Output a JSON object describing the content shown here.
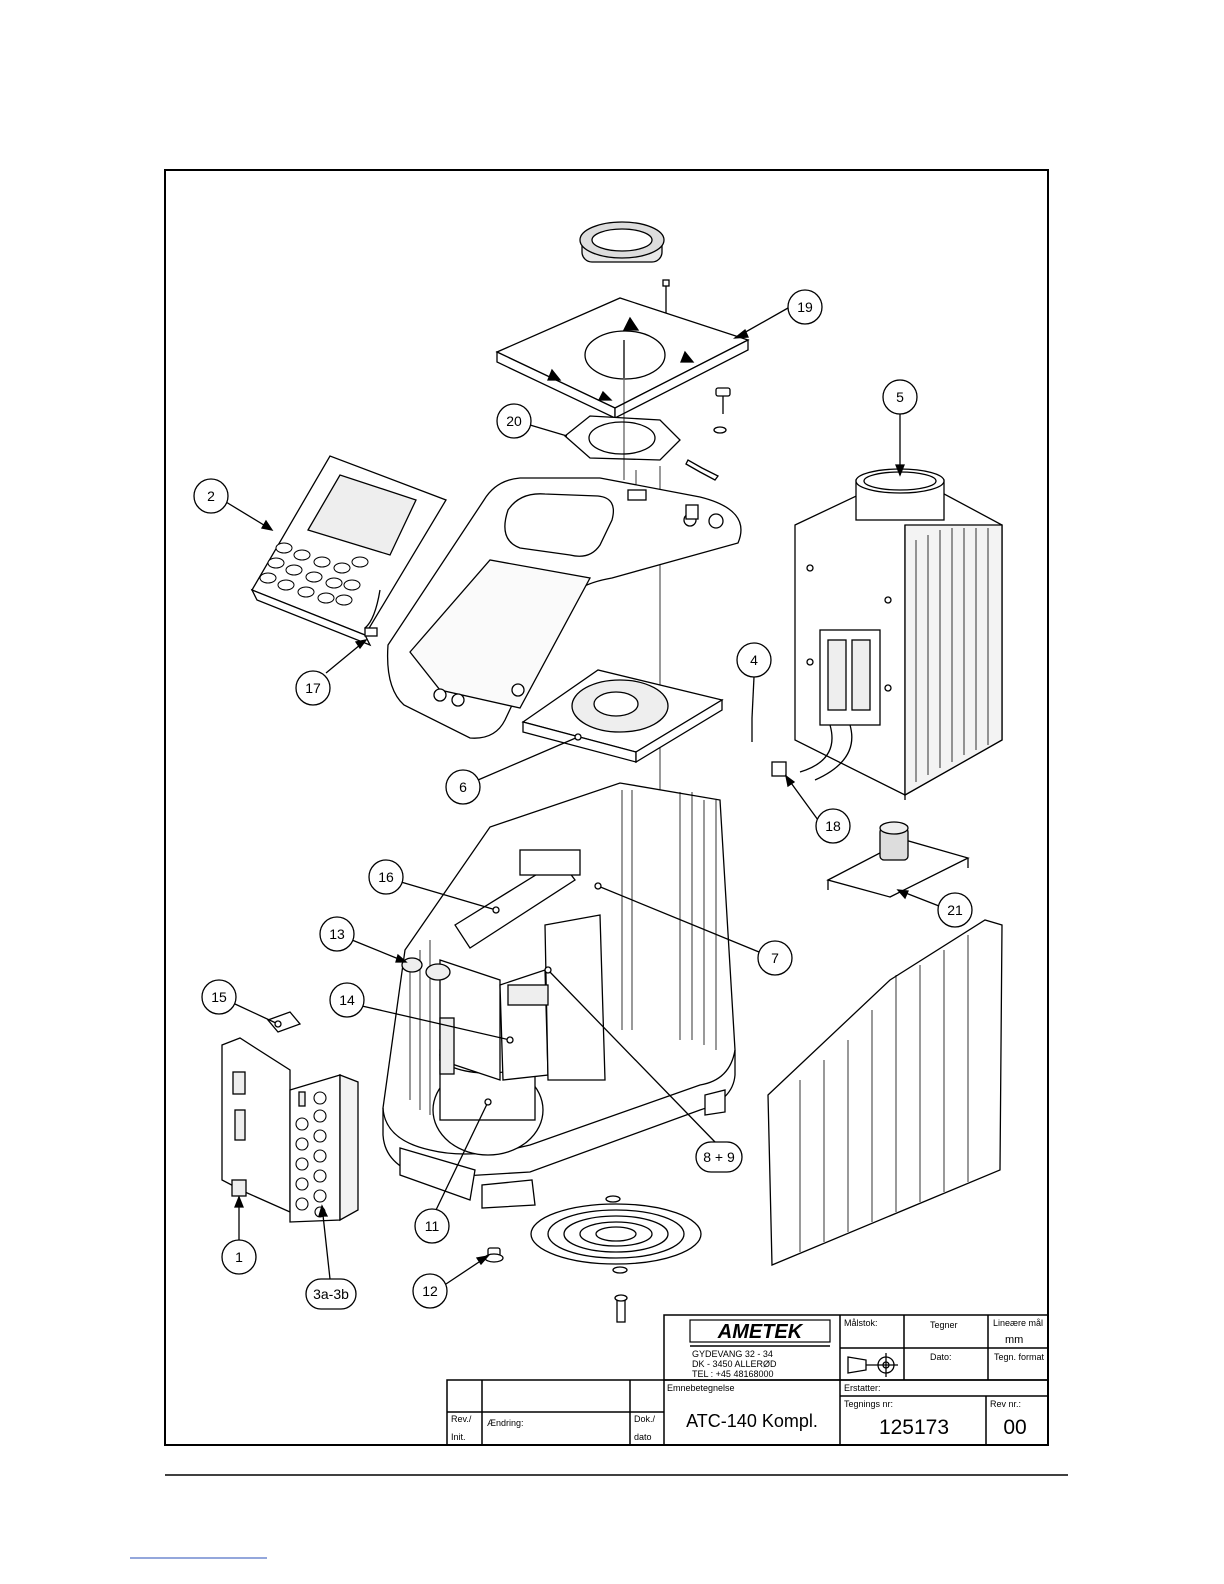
{
  "callouts": [
    {
      "label": "19"
    },
    {
      "label": "20"
    },
    {
      "label": "5"
    },
    {
      "label": "2"
    },
    {
      "label": "17"
    },
    {
      "label": "4"
    },
    {
      "label": "6"
    },
    {
      "label": "18"
    },
    {
      "label": "16"
    },
    {
      "label": "7"
    },
    {
      "label": "13"
    },
    {
      "label": "15"
    },
    {
      "label": "14"
    },
    {
      "label": "21"
    },
    {
      "label": "8 + 9"
    },
    {
      "label": "11"
    },
    {
      "label": "1"
    },
    {
      "label": "3a-3b"
    },
    {
      "label": "12"
    }
  ],
  "title_block": {
    "logo": "AMETEK",
    "address_line1": "GYDEVANG 32 - 34",
    "address_line2": "DK - 3450 ALLERØD",
    "address_line3": "TEL : +45 48168000",
    "scale_label": "Målstok:",
    "drawn_by_label": "Tegner",
    "linear_label": "Lineære mål",
    "linear_unit": "mm",
    "date_label": "Dato:",
    "format_label": "Tegn. format",
    "subject_label": "Emnebetegnelse",
    "subject": "ATC-140 Kompl.",
    "replaces_label": "Erstatter:",
    "drawing_no_label": "Tegnings nr:",
    "drawing_no": "125173",
    "rev_no_label": "Rev nr.:",
    "rev_no": "00",
    "rev_label": "Rev./",
    "init_label": "Init.",
    "change_label": "Ændring:",
    "doc_label": "Dok./",
    "date2_label": "dato"
  }
}
